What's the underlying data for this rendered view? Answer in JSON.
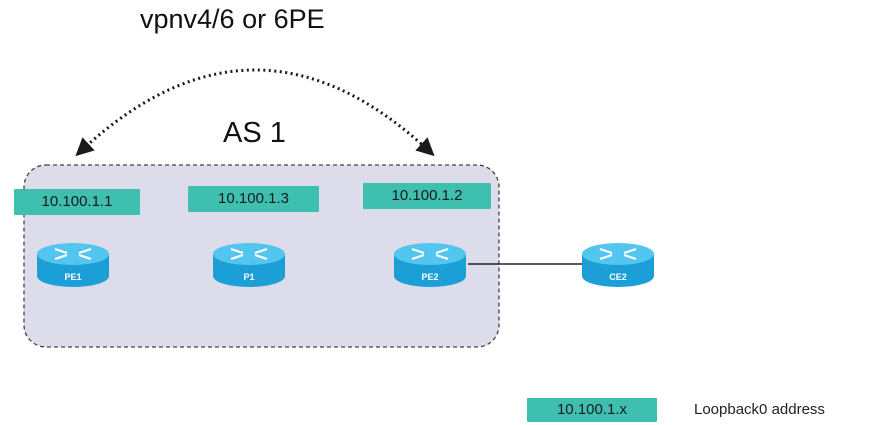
{
  "title": "vpnv4/6 or 6PE",
  "as_label": "AS 1",
  "colors": {
    "address_box": "#3fbfb0",
    "as_region_fill": "#dcdcea",
    "as_region_border": "#444444",
    "router_body": "#1b9fd6",
    "router_top": "#52c6ee",
    "link": "#222222"
  },
  "addresses": {
    "pe1": "10.100.1.1",
    "p1": "10.100.1.3",
    "pe2": "10.100.1.2"
  },
  "routers": {
    "pe1": "PE1",
    "p1": "P1",
    "pe2": "PE2",
    "ce2": "CE2"
  },
  "legend": {
    "sample": "10.100.1.x",
    "description": "Loopback0 address"
  }
}
